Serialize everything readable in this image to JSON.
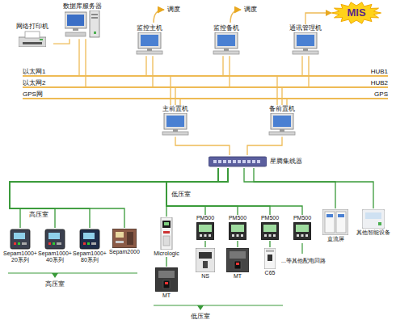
{
  "diagram": {
    "nodes": [
      {
        "text": [
          "网络打印机"
        ]
      },
      {
        "text": [
          "数据库服务器"
        ]
      },
      {
        "text": [
          "监控主机"
        ]
      },
      {
        "text": [
          "监控备机"
        ]
      },
      {
        "text": [
          "通讯管理机"
        ]
      },
      {
        "text": [
          "MIS"
        ]
      },
      {
        "text": [
          "以太网1",
          "HUB1"
        ]
      },
      {
        "text": [
          "以太网2",
          "HUB2"
        ]
      },
      {
        "text": [
          "GPS网",
          "GPS"
        ]
      },
      {
        "text": [
          "主前置机"
        ]
      },
      {
        "text": [
          "备前置机"
        ]
      },
      {
        "text": [
          "星腾集线器"
        ]
      },
      {
        "text": [
          "Sepam1000+ 20系列"
        ]
      },
      {
        "text": [
          "Sepam1000+ 40系列"
        ]
      },
      {
        "text": [
          "Sepam1000+ 80系列"
        ]
      },
      {
        "text": [
          "Sepam2000"
        ]
      },
      {
        "text": [
          "Micrologic"
        ]
      },
      {
        "text": [
          "MT"
        ]
      },
      {
        "text": [
          "PM500"
        ]
      },
      {
        "text": [
          "PM500"
        ]
      },
      {
        "text": [
          "PM500"
        ]
      },
      {
        "text": [
          "PM500"
        ]
      },
      {
        "text": [
          "NS"
        ]
      },
      {
        "text": [
          "MT"
        ]
      },
      {
        "text": [
          "C65"
        ]
      },
      {
        "text": [
          "直流屏"
        ]
      },
      {
        "text": [
          "其他智能设备"
        ]
      }
    ],
    "edges": [
      {
        "from": 0,
        "to": 1,
        "arrow": "none"
      },
      {
        "from": 1,
        "to": 6,
        "arrow": "none"
      },
      {
        "from": 1,
        "to": 7,
        "arrow": "none"
      },
      {
        "from": 2,
        "to": 6,
        "arrow": "none"
      },
      {
        "from": 2,
        "to": 7,
        "arrow": "none"
      },
      {
        "from": 3,
        "to": 6,
        "arrow": "none"
      },
      {
        "from": 3,
        "to": 7,
        "arrow": "none"
      },
      {
        "from": 4,
        "to": 6,
        "arrow": "none"
      },
      {
        "from": 4,
        "to": 7,
        "arrow": "none"
      },
      {
        "from": 4,
        "to": 5,
        "arrow": "to"
      },
      {
        "from": 9,
        "to": 6,
        "arrow": "none"
      },
      {
        "from": 9,
        "to": 7,
        "arrow": "none"
      },
      {
        "from": 9,
        "to": 8,
        "arrow": "none"
      },
      {
        "from": 10,
        "to": 6,
        "arrow": "none"
      },
      {
        "from": 10,
        "to": 7,
        "arrow": "none"
      },
      {
        "from": 10,
        "to": 8,
        "arrow": "none"
      },
      {
        "from": 9,
        "to": 11,
        "arrow": "none"
      },
      {
        "from": 10,
        "to": 11,
        "arrow": "none"
      },
      {
        "from": 11,
        "to": 12,
        "arrow": "none"
      },
      {
        "from": 11,
        "to": 13,
        "arrow": "none"
      },
      {
        "from": 11,
        "to": 14,
        "arrow": "none"
      },
      {
        "from": 11,
        "to": 15,
        "arrow": "none"
      },
      {
        "from": 11,
        "to": 16,
        "arrow": "none"
      },
      {
        "from": 11,
        "to": 18,
        "arrow": "none"
      },
      {
        "from": 11,
        "to": 19,
        "arrow": "none"
      },
      {
        "from": 11,
        "to": 20,
        "arrow": "none"
      },
      {
        "from": 11,
        "to": 21,
        "arrow": "none"
      },
      {
        "from": 11,
        "to": 25,
        "arrow": "none"
      },
      {
        "from": 11,
        "to": 26,
        "arrow": "none"
      },
      {
        "from": 16,
        "to": 17,
        "arrow": "none"
      },
      {
        "from": 18,
        "to": 22,
        "arrow": "none"
      },
      {
        "from": 19,
        "to": 23,
        "arrow": "none"
      },
      {
        "from": 20,
        "to": 24,
        "arrow": "none"
      }
    ],
    "labels": [
      "调度",
      "调度",
      "高压室",
      "低压室",
      "...等其他配电回路",
      "高压室",
      "低压室"
    ]
  }
}
